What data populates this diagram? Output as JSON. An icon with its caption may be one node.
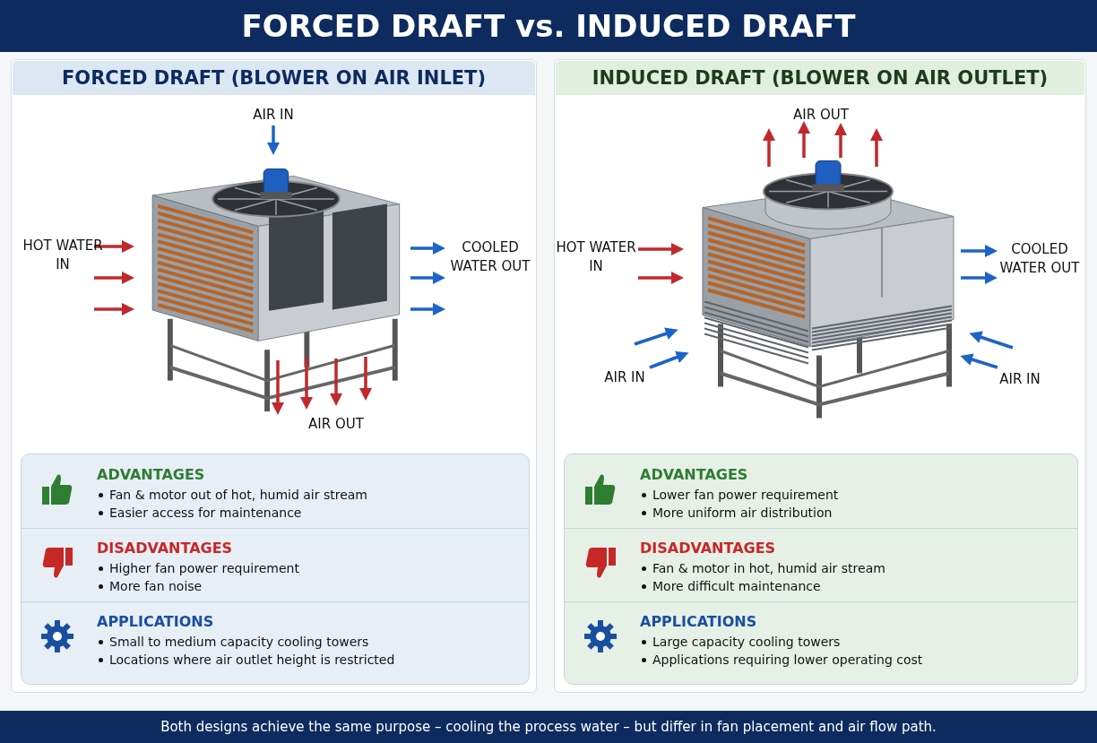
{
  "diagram": {
    "title": "FORCED DRAFT vs. INDUCED DRAFT",
    "caption": "Both designs achieve the same purpose – cooling the process water – but differ in fan placement and air flow path.",
    "nodes": [
      {
        "text": [
          "FORCED DRAFT (BLOWER ON AIR INLET)"
        ]
      },
      {
        "text": [],
        "shape": "picture",
        "in": 0
      },
      {
        "text": [],
        "shape": "box",
        "in": 0
      },
      {
        "text": [
          "ADVANTAGES",
          "Fan & motor out of hot, humid air stream",
          "Easier access for maintenance"
        ],
        "in": 2
      },
      {
        "text": [
          "DISADVANTAGES",
          "Higher fan power requirement",
          "More fan noise"
        ],
        "in": 2
      },
      {
        "text": [
          "APPLICATIONS",
          "Small to medium capacity cooling towers",
          "Locations where air outlet height is restricted"
        ],
        "in": 2
      },
      {
        "text": [
          "INDUCED DRAFT (BLOWER ON AIR OUTLET)"
        ]
      },
      {
        "text": [],
        "shape": "picture",
        "in": 6
      },
      {
        "text": [],
        "shape": "box",
        "in": 6
      },
      {
        "text": [
          "ADVANTAGES",
          "Lower fan power requirement",
          "More uniform air distribution"
        ],
        "in": 8
      },
      {
        "text": [
          "DISADVANTAGES",
          "Fan & motor in hot, humid air stream",
          "More difficult maintenance"
        ],
        "in": 8
      },
      {
        "text": [
          "APPLICATIONS",
          "Large capacity cooling towers",
          "Applications requiring lower operating cost"
        ],
        "in": 8
      }
    ],
    "labels": [
      "AIR IN",
      "HOT WATER IN",
      "COOLED WATER OUT",
      "AIR OUT",
      "AIR OUT",
      "HOT WATER IN",
      "COOLED WATER OUT",
      "AIR IN",
      "AIR IN"
    ]
  }
}
